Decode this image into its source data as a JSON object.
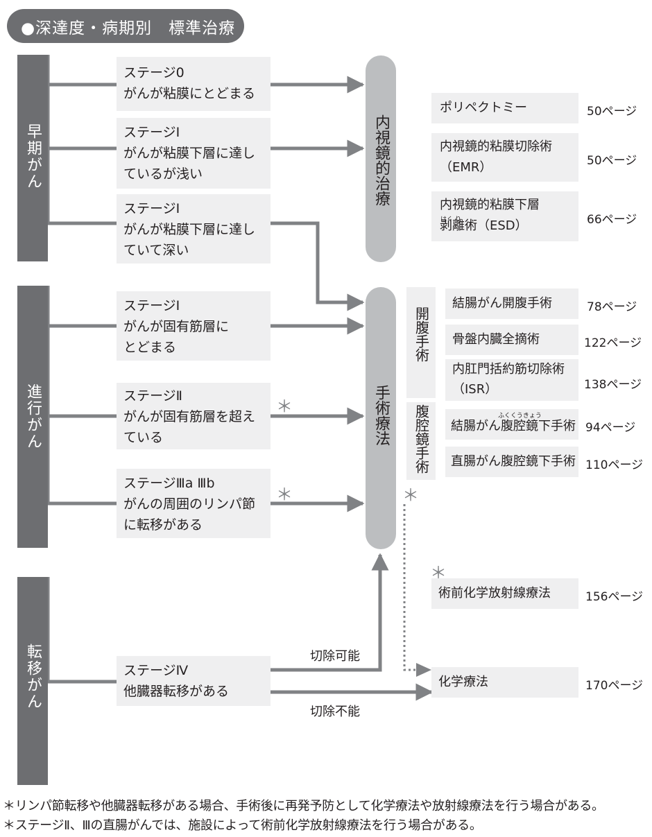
{
  "title": "●深達度・病期別　標準治療",
  "categories": {
    "early": "早期がん",
    "advanced": "進行がん",
    "metastatic": "転移がん"
  },
  "stages": [
    {
      "label": "ステージ0",
      "desc": [
        "がんが粘膜にとどまる"
      ]
    },
    {
      "label": "ステージⅠ",
      "desc": [
        "がんが粘膜下層に達し",
        "ているが浅い"
      ]
    },
    {
      "label": "ステージⅠ",
      "desc": [
        "がんが粘膜下層に達し",
        "ていて深い"
      ]
    },
    {
      "label": "ステージⅠ",
      "desc": [
        "がんが固有筋層に",
        "とどまる"
      ]
    },
    {
      "label": "ステージⅡ",
      "desc": [
        "がんが固有筋層を超え",
        "ている"
      ]
    },
    {
      "label": "ステージⅢa Ⅲb",
      "desc": [
        "がんの周囲のリンパ節",
        "に転移がある"
      ]
    },
    {
      "label": "ステージⅣ",
      "desc": [
        "他臓器転移がある"
      ]
    }
  ],
  "treatments": {
    "endoscopic": "内視鏡的治療",
    "surgical": "手術療法",
    "open_surgery": "開腹手術",
    "laparoscopic": "腹腔鏡手術"
  },
  "endoscopic_items": [
    {
      "name": [
        "ポリペクトミー"
      ],
      "page": "50ページ"
    },
    {
      "name": [
        "内視鏡的粘膜切除術",
        "（EMR）"
      ],
      "page": "50ページ"
    },
    {
      "name": [
        "内視鏡的粘膜下層",
        "剥離術（ESD）"
      ],
      "ruby": "はく り",
      "page": "66ページ"
    }
  ],
  "open_items": [
    {
      "name": [
        "結腸がん開腹手術"
      ],
      "page": "78ページ"
    },
    {
      "name": [
        "骨盤内臓全摘術"
      ],
      "page": "122ページ"
    },
    {
      "name": [
        "内肛門括約筋切除術",
        "（ISR）"
      ],
      "page": "138ページ"
    }
  ],
  "lap_items": [
    {
      "name": [
        "結腸がん腹腔鏡下手術"
      ],
      "ruby": "ふくくうきょう",
      "page": "94ページ"
    },
    {
      "name": [
        "直腸がん腹腔鏡下手術"
      ],
      "page": "110ページ"
    }
  ],
  "other_items": [
    {
      "name": "術前化学放射線療法",
      "page": "156ページ"
    },
    {
      "name": "化学療法",
      "page": "170ページ"
    }
  ],
  "star": "＊",
  "labels": {
    "resectable": "切除可能",
    "unresectable": "切除不能"
  },
  "notes": [
    "＊リンパ節転移や他臓器転移がある場合、手術後に再発予防として化学療法や放射線療法を行う場合がある。",
    "＊ステージⅡ、Ⅲの直腸がんでは、施設によって術前化学放射線療法を行う場合がある。"
  ],
  "colors": {
    "dark": "#6d6e71",
    "capsule": "#bcbec0",
    "box": "#efeff0",
    "line": "#808285"
  }
}
